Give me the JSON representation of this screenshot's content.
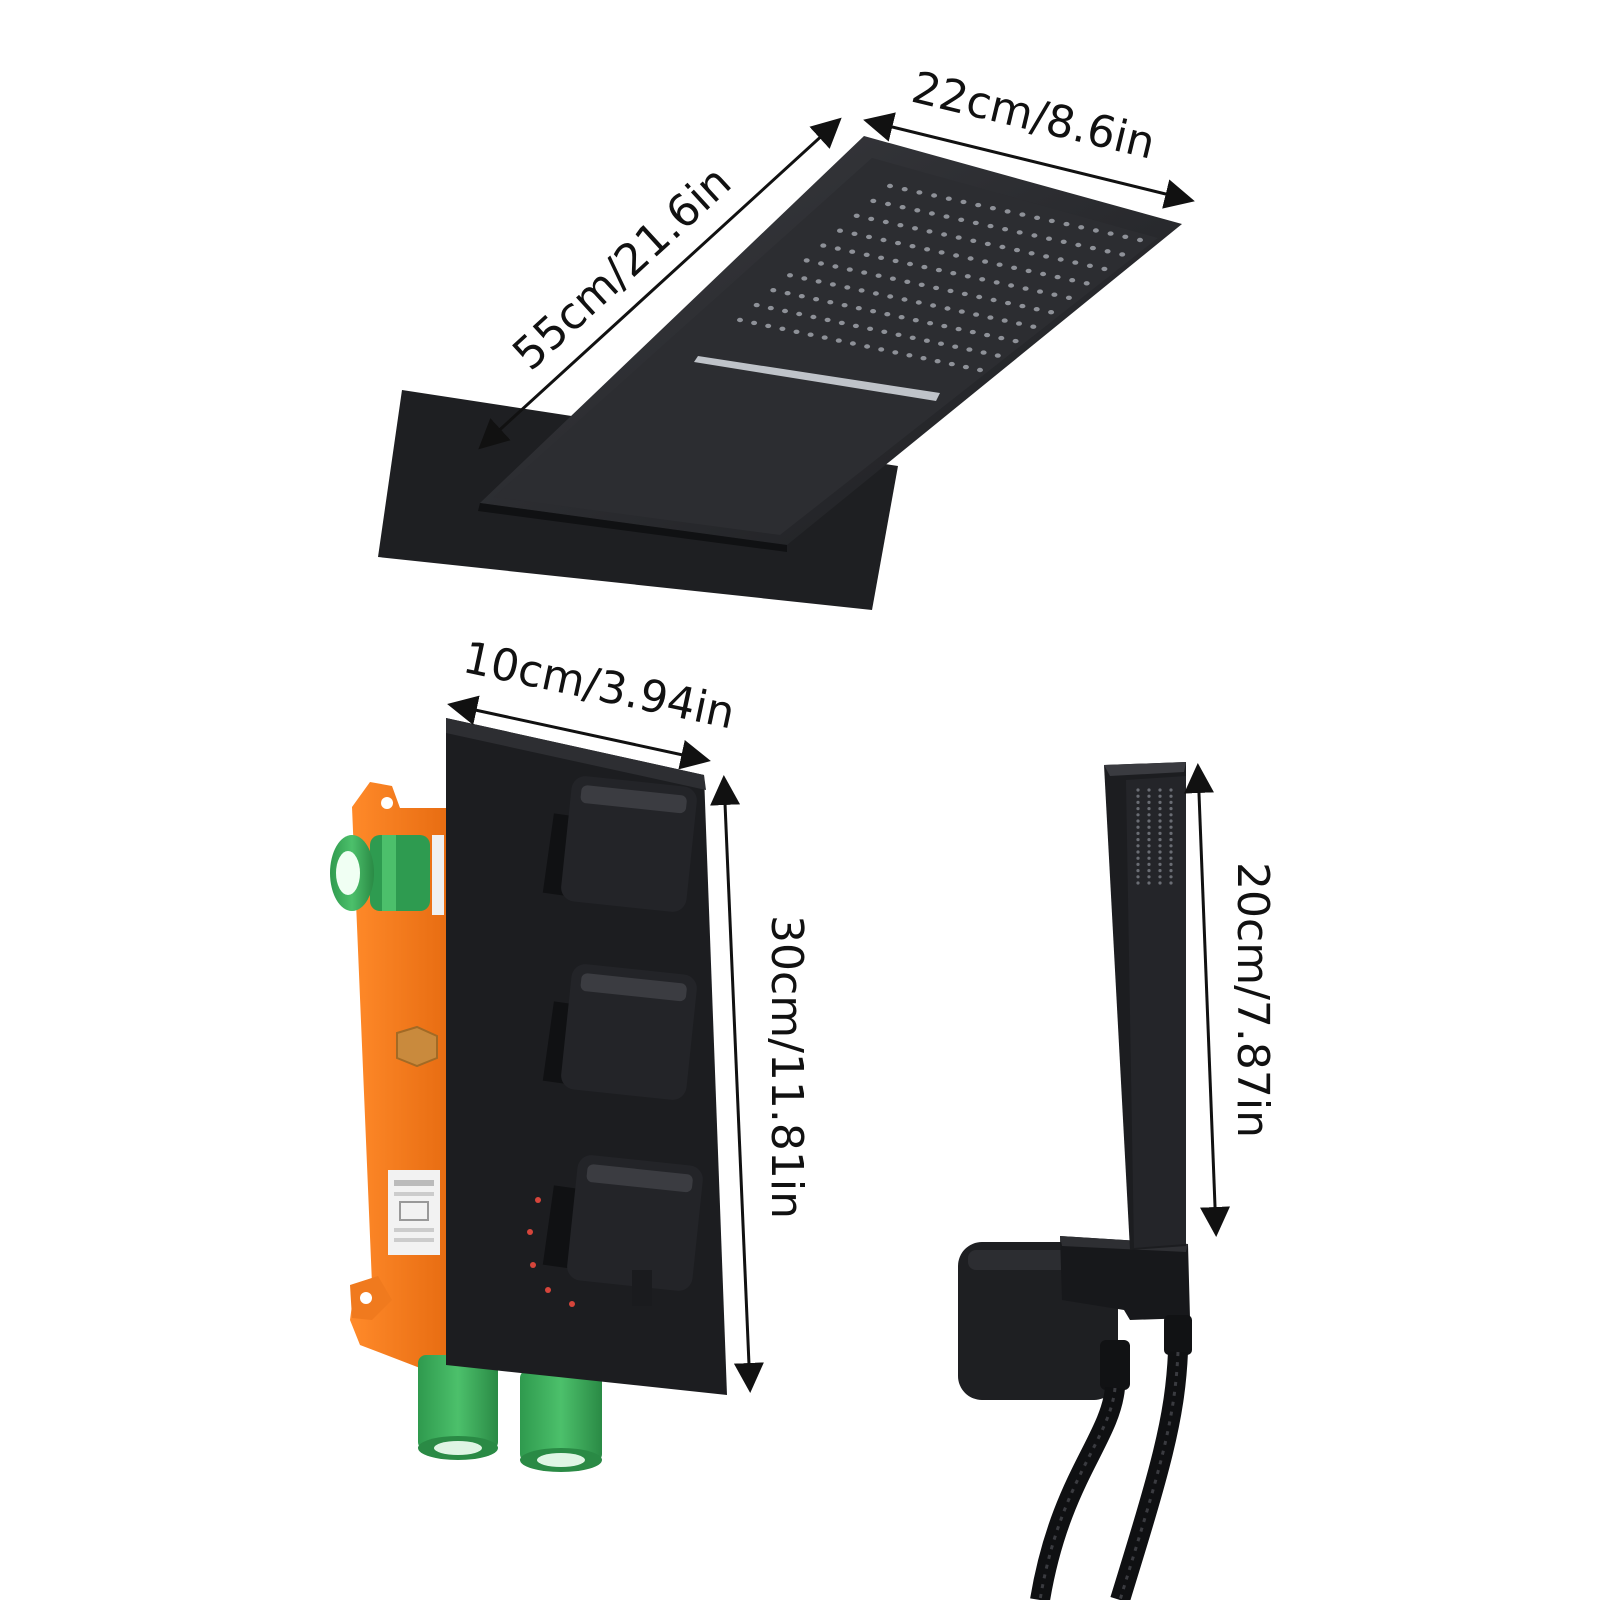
{
  "dimensions": {
    "rain_head_length": "55cm/21.6in",
    "rain_head_width": "22cm/8.6in",
    "valve_width": "10cm/3.94in",
    "valve_height": "30cm/11.81in",
    "hand_shower_length": "20cm/7.87in"
  },
  "colors": {
    "product_black": "#1f2023",
    "housing_orange": "#f47a1f",
    "connector_green": "#3aa55a",
    "background": "#ffffff"
  }
}
